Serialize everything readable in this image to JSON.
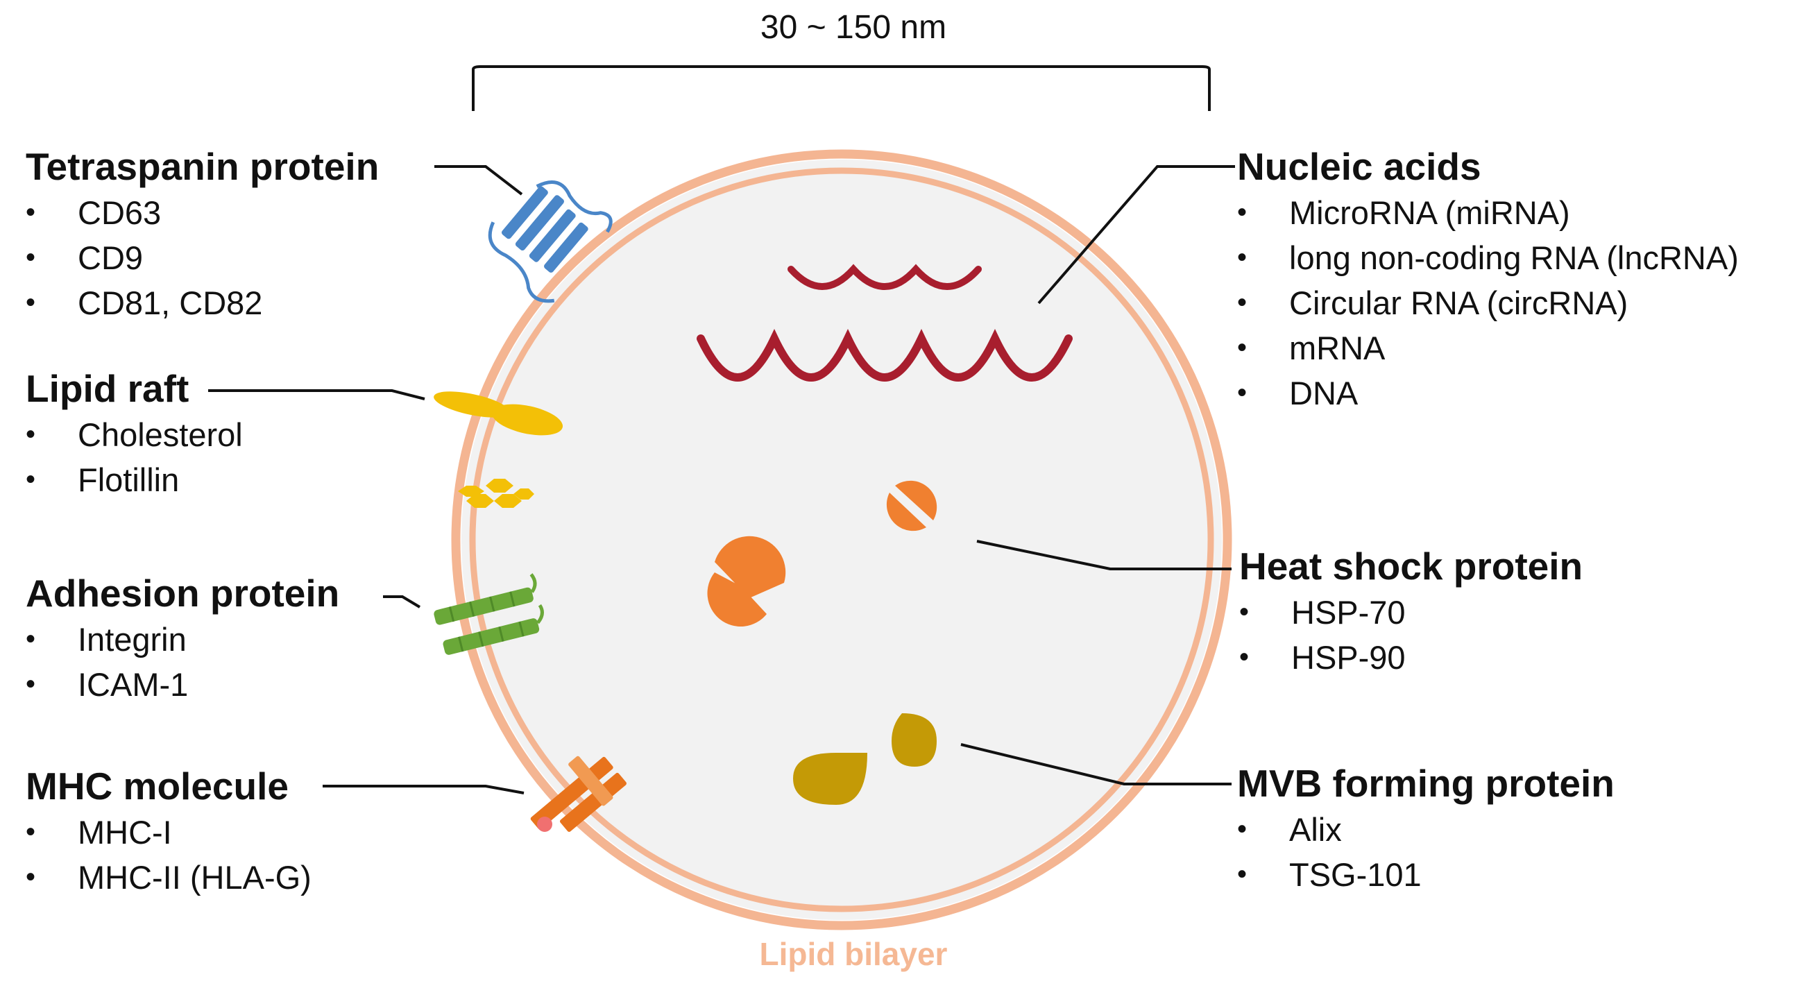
{
  "colors": {
    "membrane": "#f4b592",
    "vesicle_fill": "#f2f2f2",
    "rna": "#a81e2e",
    "tetraspanin": "#4a86c8",
    "lipid_raft": "#f3c007",
    "adhesion": "#6aa838",
    "mhc": "#e8731c",
    "mhc_dot": "#f07070",
    "hsp": "#f08030",
    "mvb": "#c49a06",
    "leader_line": "#111111",
    "bilayer_label": "#f5b894"
  },
  "size_label": "30 ~ 150 nm",
  "bilayer_label": "Lipid bilayer",
  "groups": {
    "tetraspanin": {
      "title": "Tetraspanin protein",
      "items": [
        "CD63",
        "CD9",
        "CD81, CD82"
      ]
    },
    "lipid_raft": {
      "title": "Lipid raft",
      "items": [
        "Cholesterol",
        "Flotillin"
      ]
    },
    "adhesion": {
      "title": "Adhesion protein",
      "items": [
        "Integrin",
        "ICAM-1"
      ]
    },
    "mhc": {
      "title": "MHC molecule",
      "items": [
        "MHC-I",
        "MHC-II (HLA-G)"
      ]
    },
    "nucleic": {
      "title": "Nucleic acids",
      "items": [
        "MicroRNA (miRNA)",
        "long non-coding RNA (lncRNA)",
        "Circular RNA (circRNA)",
        "mRNA",
        "DNA"
      ]
    },
    "hsp": {
      "title": "Heat shock protein",
      "items": [
        "HSP-70",
        "HSP-90"
      ]
    },
    "mvb": {
      "title": "MVB forming protein",
      "items": [
        "Alix",
        "TSG-101"
      ]
    }
  },
  "bullet_char": "•",
  "icons": {
    "tetraspanin": "tetraspanin-helix-icon",
    "lipid_raft": "cholesterol-ellipse-icon",
    "flotillin": "hexagon-cluster-icon",
    "adhesion": "integrin-rod-icon",
    "mhc": "mhc-cross-icon",
    "rna": "wavy-rna-icon",
    "hsp": "split-disc-icon",
    "mvb": "droplet-icon"
  }
}
